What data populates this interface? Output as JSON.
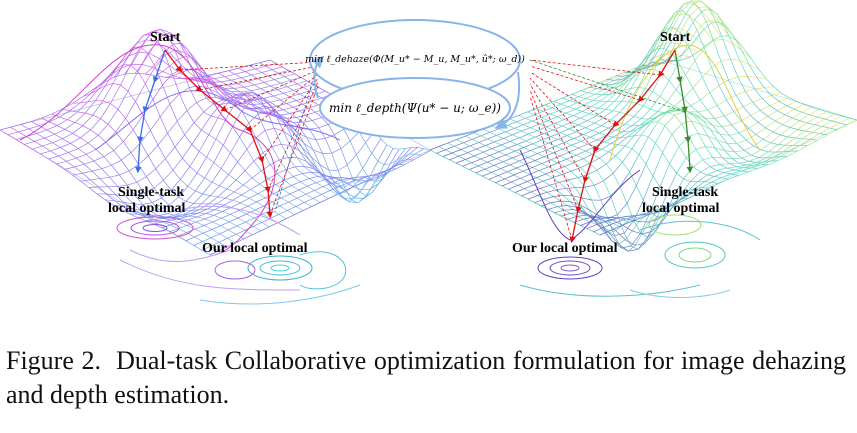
{
  "figure": {
    "left": {
      "start_label": "Start",
      "single_task_label_line1": "Single-task",
      "single_task_label_line2": "local optimal",
      "ours_label": "Our local optimal"
    },
    "right": {
      "start_label": "Start",
      "single_task_label_line1": "Single-task",
      "single_task_label_line2": "local optimal",
      "ours_label": "Our local optimal"
    },
    "equations": {
      "top": "min ℓ_dehaze(Φ(M_u* − M_u, M_u*, û*; ω_d))",
      "bottom": "min ℓ_depth(Ψ(u* − u; ω_e))"
    },
    "colors": {
      "red_arrow": "#e01010",
      "blue_arrow": "#3a6ee8",
      "green_arrow": "#3a8a2a",
      "ellipse": "#8ab4e8"
    }
  },
  "caption": {
    "label": "Figure 2.",
    "text": "Dual-task Collaborative optimization formulation for image dehazing and depth estimation."
  }
}
